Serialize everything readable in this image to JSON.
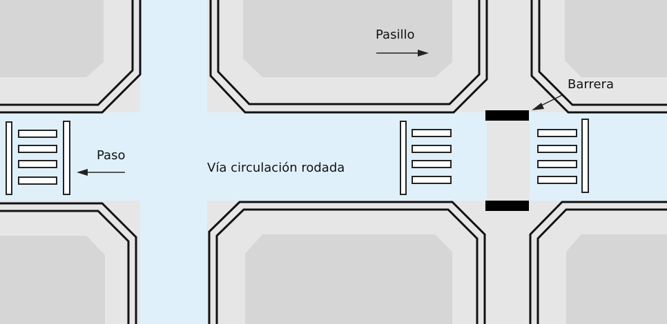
{
  "labels": {
    "road": "Vía circulación rodada",
    "corridor": "Pasillo",
    "barrier": "Barrera",
    "crossing": "Paso"
  },
  "colors": {
    "road": "#dff0fa",
    "sidewalk": "#e6e6e6",
    "block_inner": "#d6d6d6",
    "curb": "#111111",
    "barrier": "#000000",
    "stripe_fill": "#ffffff",
    "stripe_stroke": "#222222"
  }
}
